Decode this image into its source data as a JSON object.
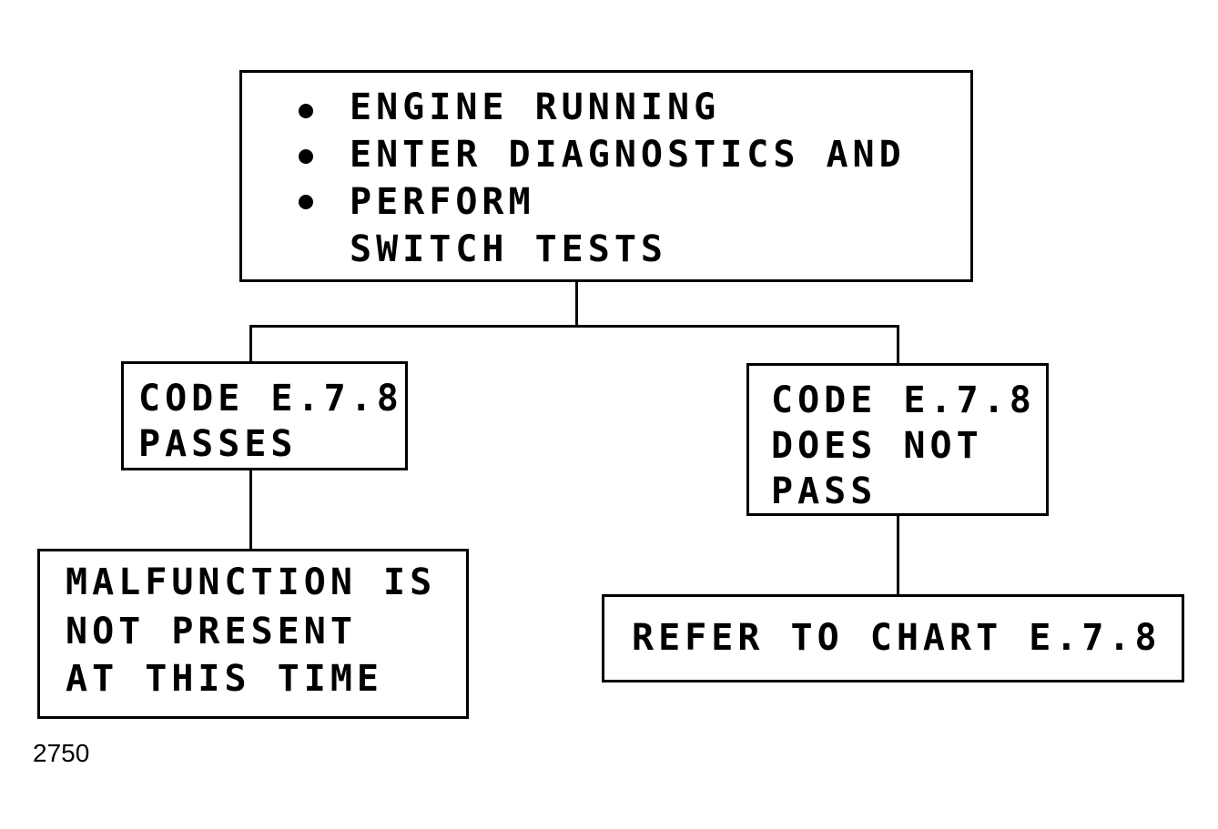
{
  "diagram": {
    "start_box": {
      "lines": [
        "ENGINE RUNNING",
        "ENTER DIAGNOSTICS AND",
        "PERFORM",
        "SWITCH TESTS"
      ]
    },
    "pass_box": {
      "lines": [
        "CODE E.7.8",
        "PASSES"
      ]
    },
    "fail_box": {
      "lines": [
        "CODE E.7.8",
        "DOES NOT",
        "PASS"
      ]
    },
    "pass_result": {
      "lines": [
        "MALFUNCTION IS",
        "NOT PRESENT",
        "AT THIS TIME"
      ]
    },
    "fail_result": {
      "lines": [
        "REFER TO CHART E.7.8"
      ]
    },
    "figure_number": "2750"
  }
}
